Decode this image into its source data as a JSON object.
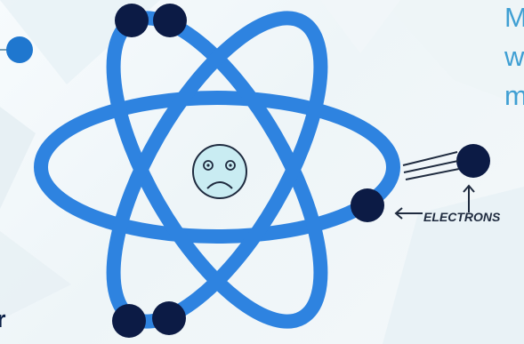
{
  "side_text": {
    "line1": "M",
    "line2": "w",
    "line3": "m"
  },
  "corner_letter": "r",
  "atom_label": "ELECTRONS",
  "colors": {
    "orbit": "#2e83e0",
    "electron": "#0c1b45",
    "face": "#c9ecf2",
    "accent_text": "#3f9fd3",
    "node": "#1f77cf"
  },
  "icons": {
    "face": "sad-face-icon",
    "arrow": "arrow-icon",
    "node": "timeline-node-icon"
  }
}
